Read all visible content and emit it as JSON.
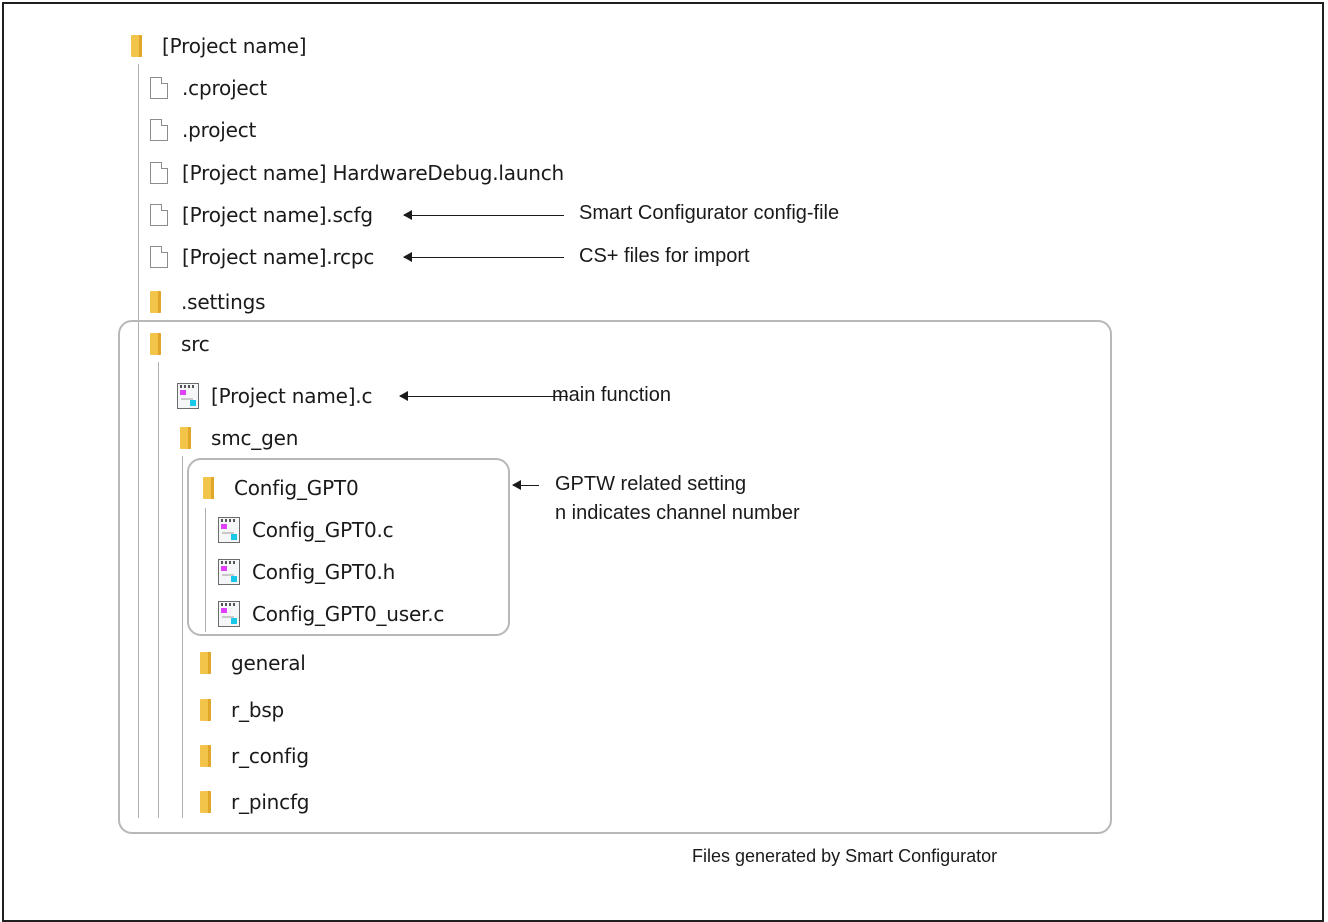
{
  "tree": {
    "root": "[Project name]",
    "cproject": ".cproject",
    "project": ".project",
    "launch": "[Project name] HardwareDebug.launch",
    "scfg": "[Project name].scfg",
    "rcpc": "[Project name].rcpc",
    "settings": ".settings",
    "src": "src",
    "main_c": "[Project name].c",
    "smc_gen": "smc_gen",
    "config_gpt0": "Config_GPT0",
    "config_gpt0_c": "Config_GPT0.c",
    "config_gpt0_h": "Config_GPT0.h",
    "config_gpt0_user_c": "Config_GPT0_user.c",
    "general": "general",
    "r_bsp": "r_bsp",
    "r_config": "r_config",
    "r_pincfg": "r_pincfg"
  },
  "annotations": {
    "scfg": "Smart Configurator config-file",
    "rcpc": "CS+  files for import",
    "main": "main function",
    "gptw_line1": "GPTW related setting",
    "gptw_line2": "n indicates channel number"
  },
  "caption": "Files generated by Smart Configurator",
  "icons": {
    "folder": "folder-icon",
    "file": "file-icon",
    "c_source": "c-source-file-icon"
  },
  "colors": {
    "folder": "#f2c44a",
    "highlight_box": "#b8b8b8",
    "c_icon_magenta": "#e040fb",
    "c_icon_cyan": "#18c8e8"
  }
}
